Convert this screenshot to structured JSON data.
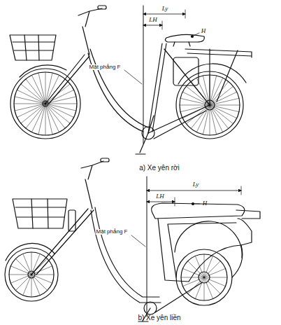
{
  "diagram": {
    "labels": [
      "Ly",
      "LH",
      "H",
      "Mặt phẳng F",
      "a) Xe yên rời",
      "Ly",
      "LH",
      "H",
      "Mặt phẳng F",
      "b) Xe yên liền"
    ]
  }
}
